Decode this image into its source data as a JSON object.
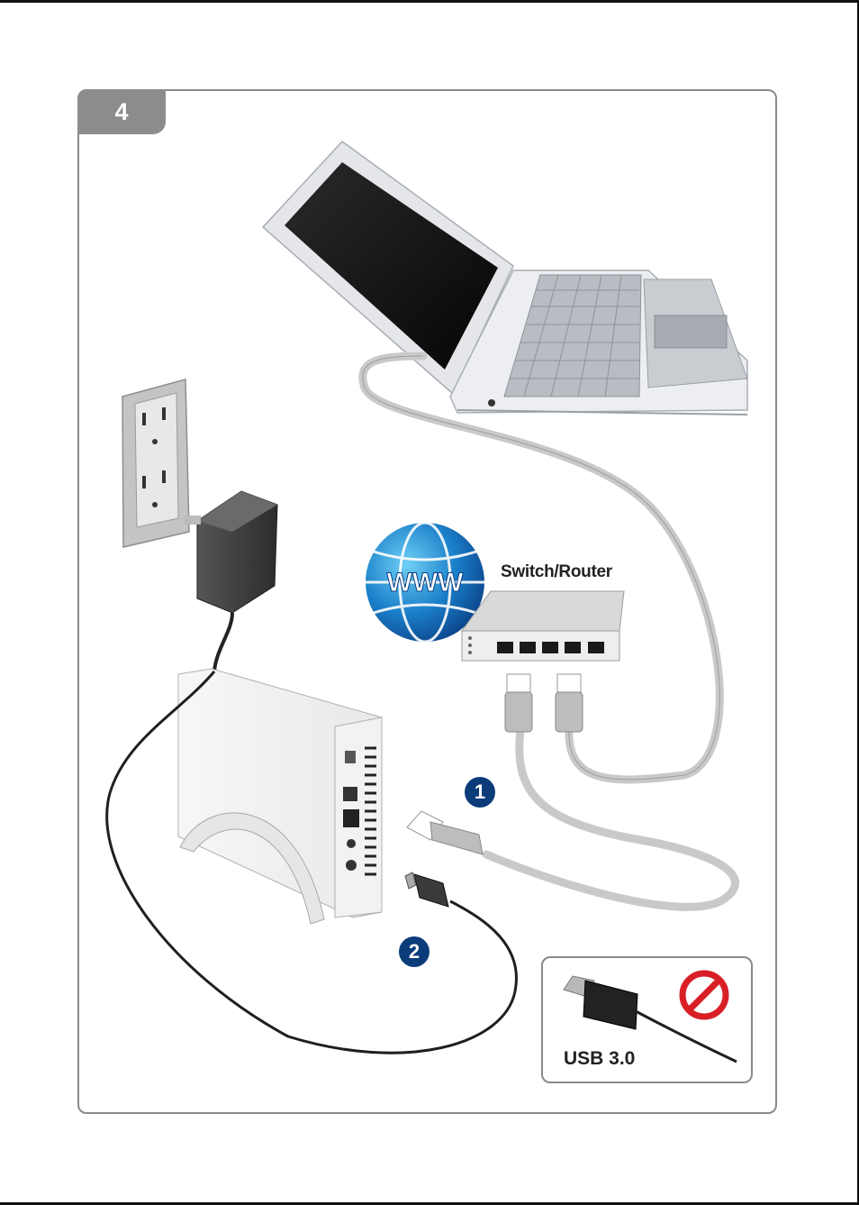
{
  "step": {
    "number": "4"
  },
  "switch": {
    "label": "Switch/Router"
  },
  "globe": {
    "text": "WWW"
  },
  "steps": [
    {
      "number": "1"
    },
    {
      "number": "2"
    }
  ],
  "usb_warning": {
    "label": "USB 3.0"
  },
  "colors": {
    "border": "#8a8a8a",
    "tab": "#8c8c8c",
    "badge": "#0c3b7a",
    "globe": "#1a7fc9",
    "prohibited": "#d91f26",
    "cable_gray": "#c9c9c9",
    "cable_black": "#222222"
  },
  "icons": [
    "laptop-icon",
    "wall-outlet-icon",
    "power-adapter-icon",
    "globe-icon",
    "router-icon",
    "nas-enclosure-icon",
    "ethernet-plug-icon",
    "dc-plug-icon",
    "usb-plug-icon",
    "prohibited-icon"
  ]
}
